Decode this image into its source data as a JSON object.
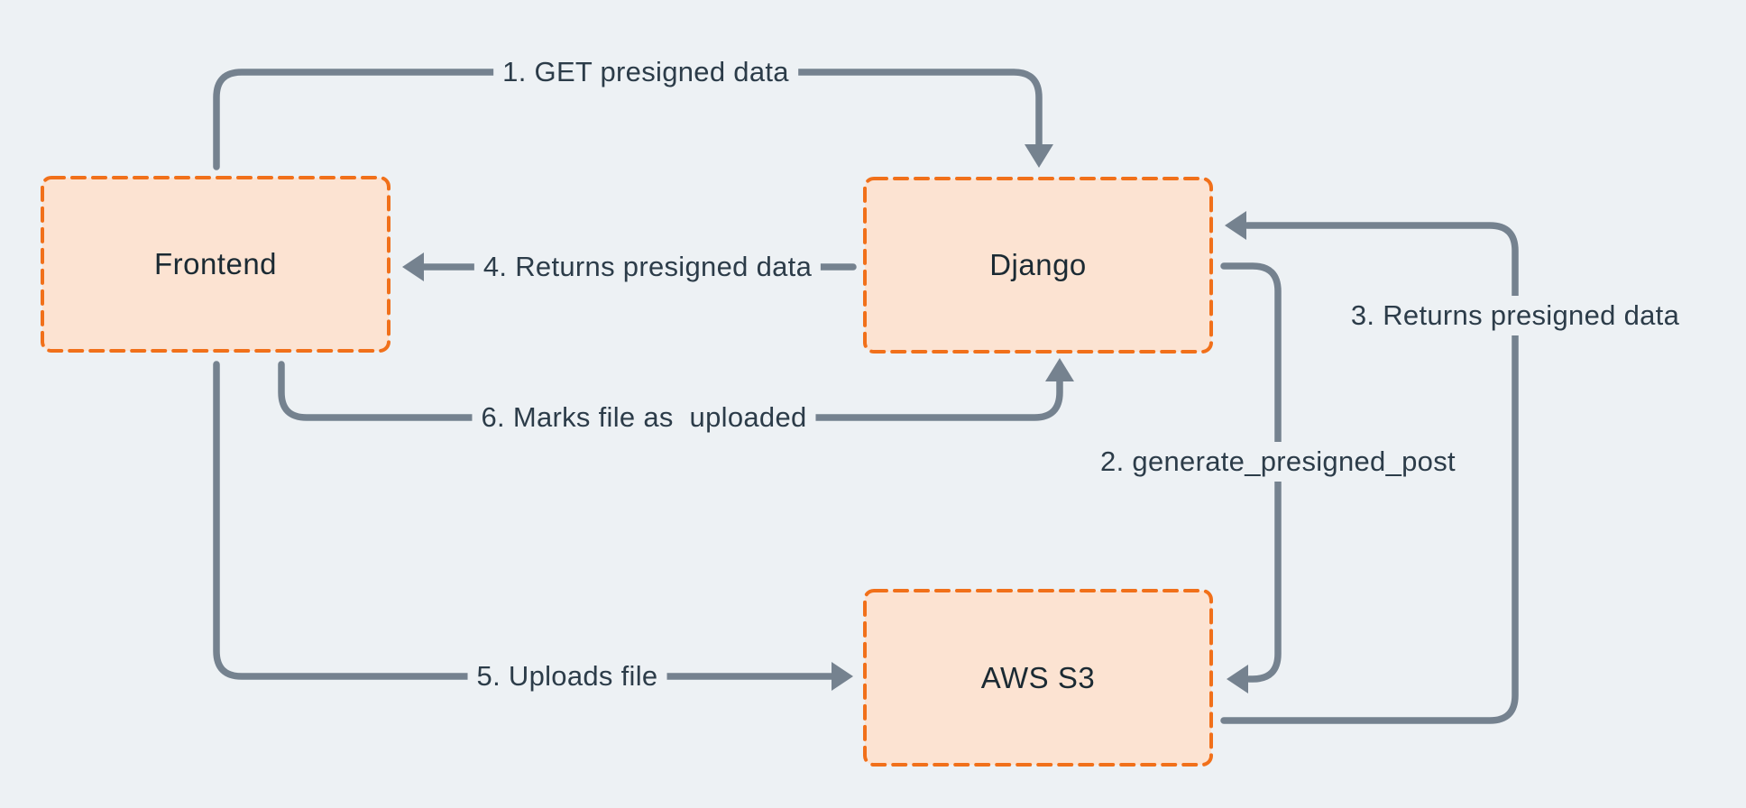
{
  "diagram": {
    "colors": {
      "background": "#EDF1F4",
      "node_fill": "#FCE3D2",
      "node_border": "#F1701A",
      "arrow": "#75828F",
      "node_text": "#1B2A33",
      "label_text": "#2C3C49"
    },
    "nodes": [
      {
        "id": "frontend",
        "label": "Frontend"
      },
      {
        "id": "django",
        "label": "Django"
      },
      {
        "id": "aws_s3",
        "label": "AWS S3"
      }
    ],
    "edges": [
      {
        "id": "1",
        "label": "1. GET presigned data",
        "from": "Frontend",
        "to": "Django"
      },
      {
        "id": "2",
        "label": "2. generate_presigned_post",
        "from": "Django",
        "to": "AWS S3"
      },
      {
        "id": "3",
        "label": "3. Returns presigned data",
        "from": "AWS S3",
        "to": "Django"
      },
      {
        "id": "4",
        "label": "4. Returns presigned data",
        "from": "Django",
        "to": "Frontend"
      },
      {
        "id": "5",
        "label": "5. Uploads file",
        "from": "Frontend",
        "to": "AWS S3"
      },
      {
        "id": "6",
        "label": "6. Marks file as  uploaded",
        "from": "Frontend",
        "to": "Django"
      }
    ]
  }
}
